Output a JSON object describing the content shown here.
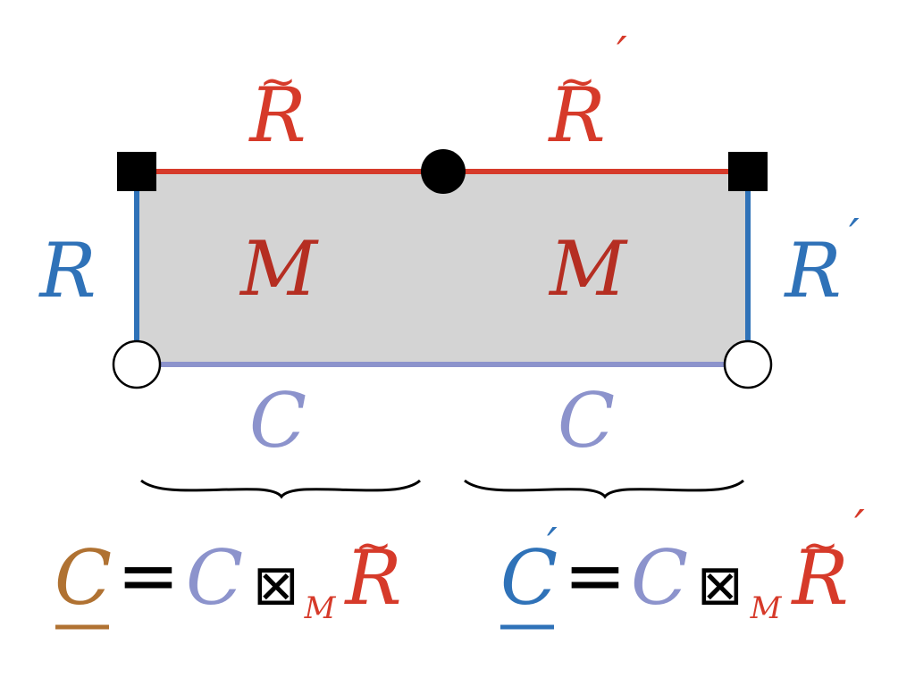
{
  "colors": {
    "red": "#d63a2a",
    "blue": "#2f72b8",
    "lavender": "#8c93cc",
    "brown": "#b07232",
    "dark_red": "#b52e22",
    "fill": "#d4d4d4",
    "black": "#000000"
  },
  "labels": {
    "top_left_edge": "R",
    "top_left_tilde": "~",
    "top_right_edge": "R",
    "top_right_tilde": "~",
    "top_right_prime": "′",
    "left_edge": "R",
    "right_edge": "R",
    "right_prime": "′",
    "bulk_left": "M",
    "bulk_right": "M",
    "bottom_left": "C",
    "bottom_right": "C"
  },
  "equations": {
    "left": {
      "lhs": "C",
      "equals": "=",
      "c": "C",
      "boxtimes": "⊠",
      "sub": "M",
      "r": "R",
      "tilde": "~"
    },
    "right": {
      "lhs": "C",
      "lhs_prime": "′",
      "equals": "=",
      "c": "C",
      "boxtimes": "⊠",
      "sub": "M",
      "r": "R",
      "tilde": "~",
      "r_prime": "′"
    }
  },
  "nodes": {
    "top_left": "square",
    "top_mid": "filled-circle",
    "top_right": "square",
    "bottom_left": "open-circle",
    "bottom_right": "open-circle"
  }
}
